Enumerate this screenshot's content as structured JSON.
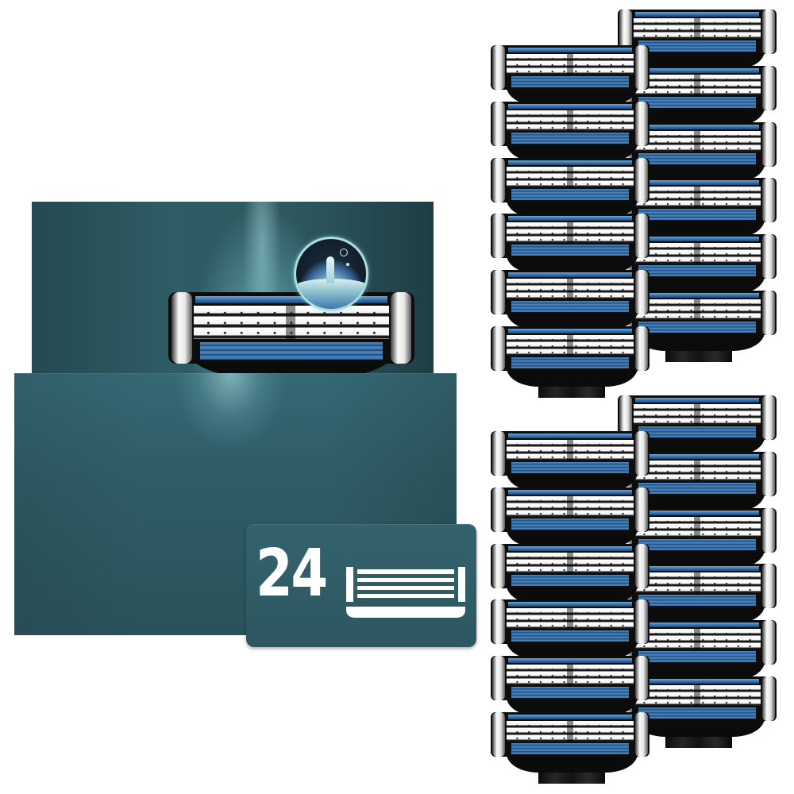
{
  "product": {
    "pack_count_label": "24",
    "pack_icon": "razor-cartridge-icon",
    "hero_icon": "water-splash-icon",
    "colors": {
      "box_teal": "#2f5c65",
      "box_teal_dark": "#1f3d44",
      "badge_teal": "#2f5a63",
      "label_white": "#ffffff",
      "blade_blue": "#2f6aa8",
      "cartridge_black": "#0d0d0d",
      "background": "#ffffff"
    }
  },
  "cartridges": {
    "total": 24,
    "groups": [
      {
        "name": "top-left",
        "count": 6
      },
      {
        "name": "top-right",
        "count": 6
      },
      {
        "name": "bottom-left",
        "count": 6
      },
      {
        "name": "bottom-right",
        "count": 6
      }
    ]
  }
}
